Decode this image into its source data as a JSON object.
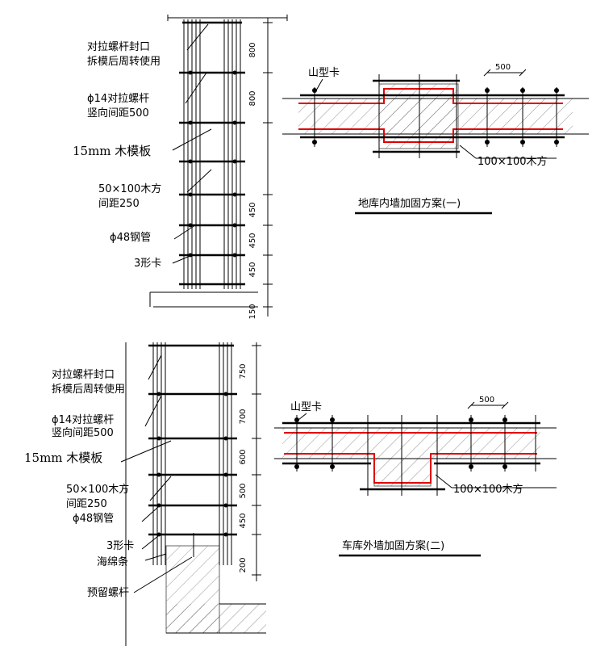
{
  "colors": {
    "line": "#000000",
    "formwork_red": "#e00000",
    "background": "#ffffff"
  },
  "top_section": {
    "labels": {
      "tie_rod_seal_1": "对拉螺杆封口",
      "tie_rod_seal_2": "拆模后周转使用",
      "tie_rod_1": "ϕ14对拉螺杆",
      "tie_rod_2": "竖向间距500",
      "plywood": "15mm 木模板",
      "timber_1": "50×100木方",
      "timber_2": "间距250",
      "steel_pipe": "ϕ48钢管",
      "clip": "3形卡"
    },
    "dims": [
      "800",
      "800",
      "450",
      "450",
      "450",
      "150"
    ]
  },
  "bottom_section": {
    "labels": {
      "tie_rod_seal_1": "对拉螺杆封口",
      "tie_rod_seal_2": "拆模后周转使用",
      "tie_rod_1": "ϕ14对拉螺杆",
      "tie_rod_2": "竖向间距500",
      "plywood": "15mm 木模板",
      "timber_1": "50×100木方",
      "timber_2": "间距250",
      "steel_pipe": "ϕ48钢管",
      "clip": "3形卡",
      "sponge": "海绵条",
      "embedded_bolt": "预留螺杆"
    },
    "dims": [
      "750",
      "700",
      "600",
      "500",
      "450",
      "200"
    ]
  },
  "plan_one": {
    "clip_label": "山型卡",
    "spacing": "500",
    "timber_label": "100×100木方",
    "title": "地库内墙加固方案(一)"
  },
  "plan_two": {
    "clip_label": "山型卡",
    "spacing": "500",
    "timber_label": "100×100木方",
    "title": "车库外墙加固方案(二)"
  }
}
